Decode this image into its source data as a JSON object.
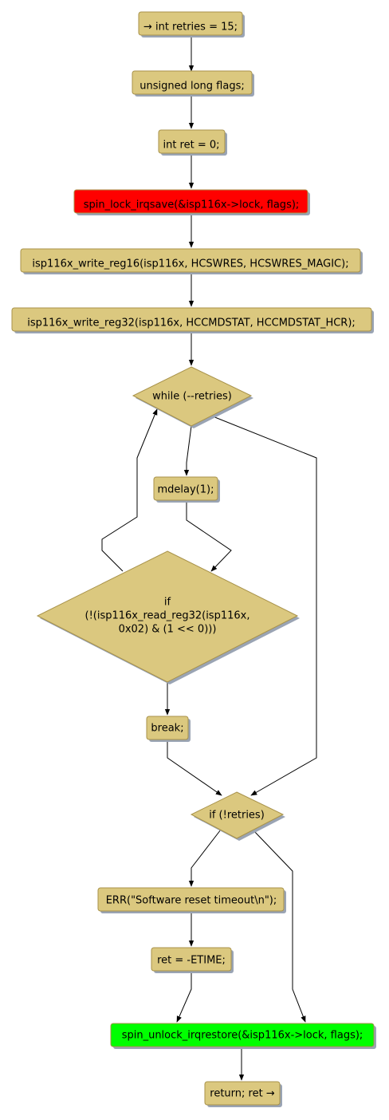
{
  "colors": {
    "default_fill": "#dbc87f",
    "default_border": "#a8924a",
    "shadow": "#9aa4b4",
    "lock_fill": "#ff0000",
    "unlock_fill": "#00ff00",
    "edge": "#000000"
  },
  "nodes": {
    "start": "→ int retries = 15;",
    "flags": "unsigned long flags;",
    "ret_init": "int ret = 0;",
    "lock": "spin_lock_irqsave(&isp116x->lock, flags);",
    "write16": "isp116x_write_reg16(isp116x, HCSWRES, HCSWRES_MAGIC);",
    "write32": "isp116x_write_reg32(isp116x, HCCMDSTAT, HCCMDSTAT_HCR);",
    "while": "while (--retries)",
    "mdelay": "mdelay(1);",
    "if_read": [
      "if",
      "(!(isp116x_read_reg32(isp116x,",
      "0x02) & (1 << 0)))"
    ],
    "break": "break;",
    "if_retries": "if (!retries)",
    "err": "ERR(\"Software reset timeout\\n\");",
    "ret_etime": "ret = -ETIME;",
    "unlock": "spin_unlock_irqrestore(&isp116x->lock, flags);",
    "return": "return; ret →"
  }
}
